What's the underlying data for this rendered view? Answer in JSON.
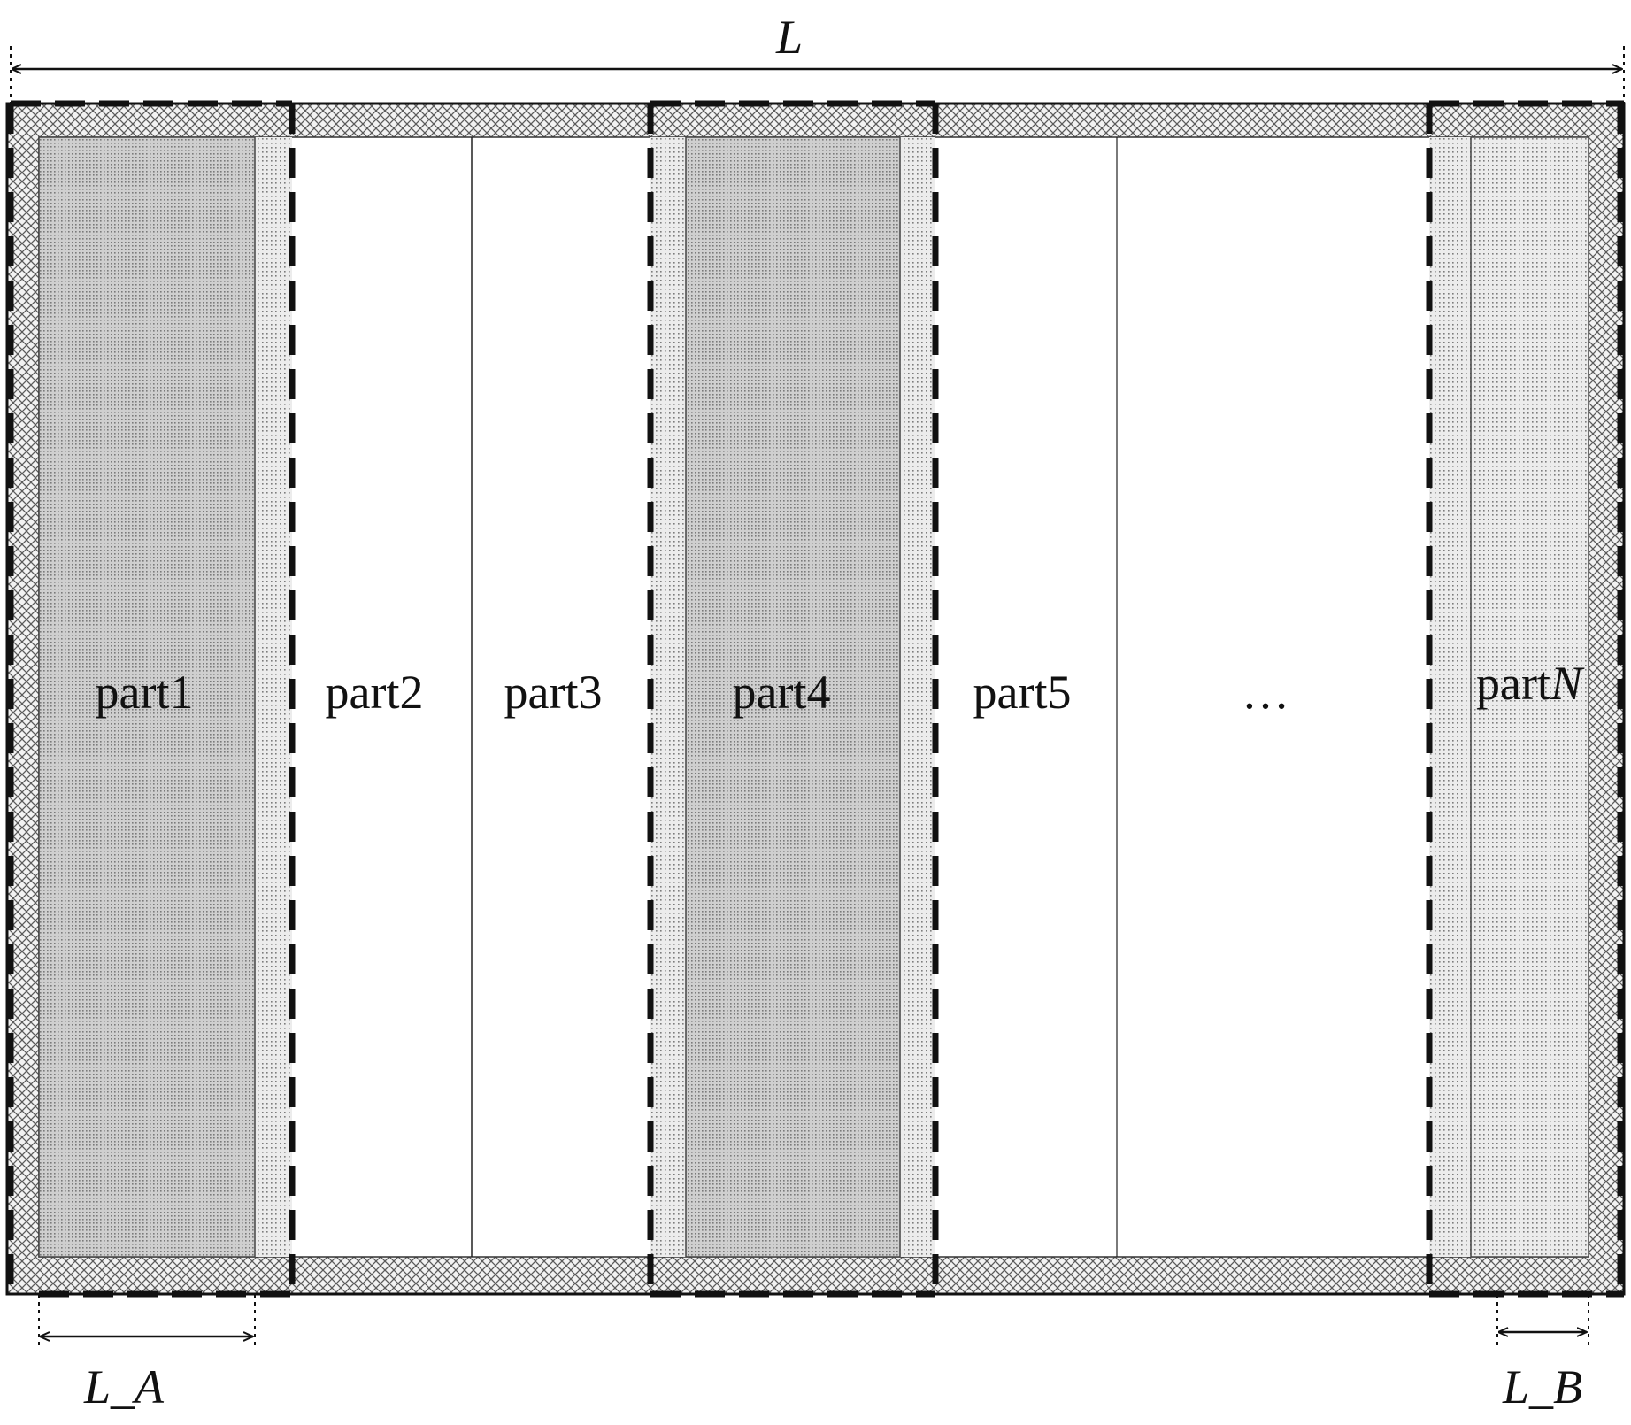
{
  "diagram": {
    "dimension_total": "L",
    "dimension_a": "L_A",
    "dimension_b": "L_B",
    "parts": [
      {
        "label": "part1",
        "shaded": true
      },
      {
        "label": "part2",
        "shaded": false
      },
      {
        "label": "part3",
        "shaded": false
      },
      {
        "label": "part4",
        "shaded": true
      },
      {
        "label": "part5",
        "shaded": false
      },
      {
        "label": "…",
        "shaded": false
      },
      {
        "label_prefix": "part",
        "label_suffix": "N",
        "shaded": true
      }
    ]
  }
}
